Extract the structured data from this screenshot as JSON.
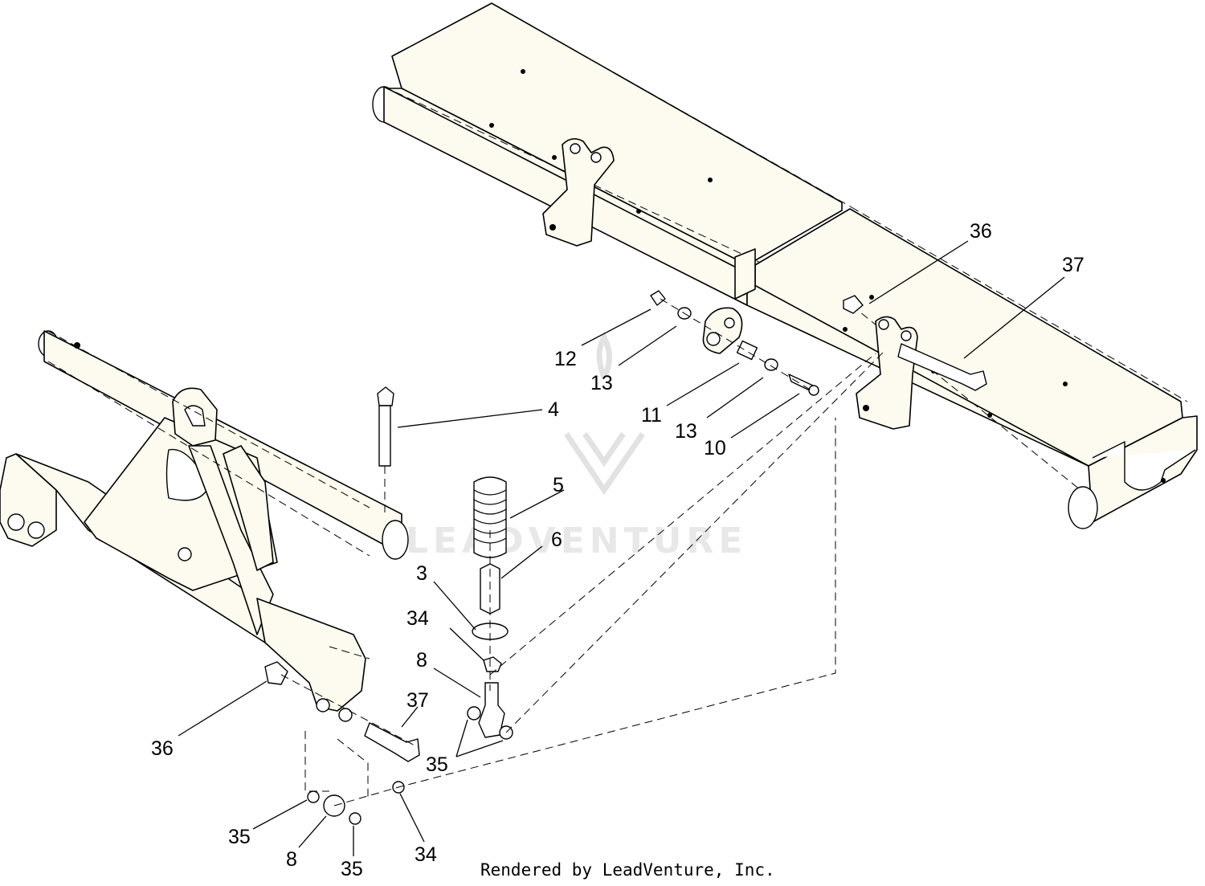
{
  "watermark": {
    "text": "LEADVENTURE"
  },
  "credit": "Rendered by LeadVenture, Inc.",
  "callouts": {
    "c36_right": "36",
    "c37_right": "37",
    "c12": "12",
    "c13_top": "13",
    "c11": "11",
    "c13_bottom": "13",
    "c10": "10",
    "c4": "4",
    "c5": "5",
    "c6": "6",
    "c3": "3",
    "c34_mid": "34",
    "c8_mid": "8",
    "c37_left": "37",
    "c36_left": "36",
    "c35_mid": "35",
    "c35_lower_left": "35",
    "c8_lower": "8",
    "c35_lower": "35",
    "c34_lower": "34"
  }
}
